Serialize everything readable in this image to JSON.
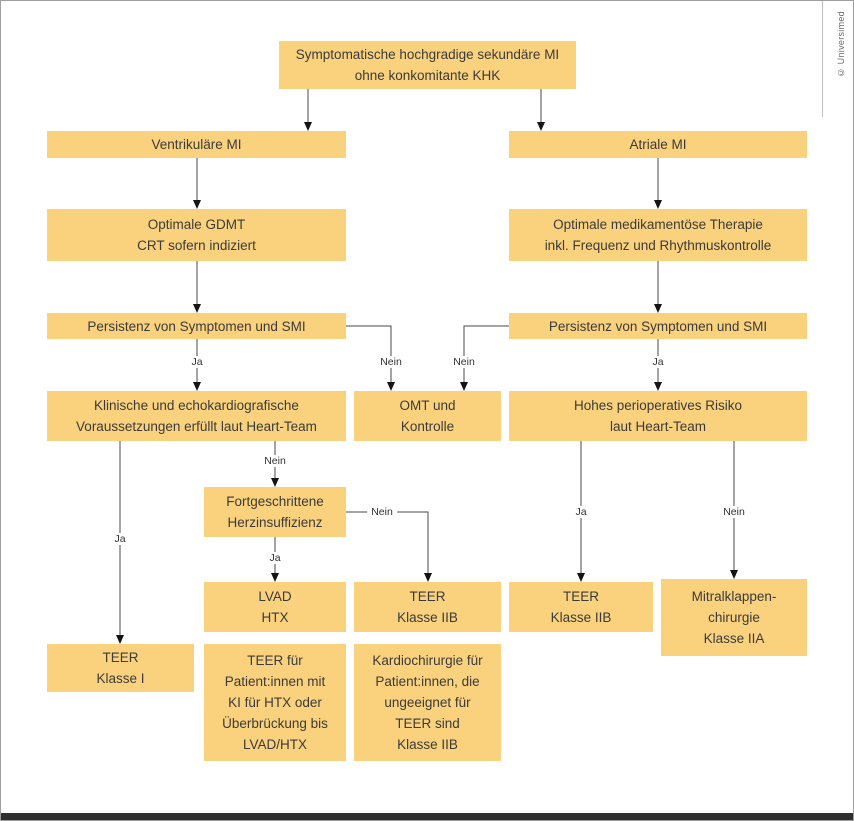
{
  "copyright": "© Universimed",
  "colors": {
    "box_fill": "#FAD17D",
    "text": "#3B3B3B",
    "line": "#4A4A4A",
    "arrow": "#141414",
    "frame": "#9E9E9E",
    "footer_bar": "#2F2F2F"
  },
  "nodes": {
    "root": "Symptomatische hochgradige sekundäre MI\nohne konkomitante KHK",
    "ventricular": "Ventrikuläre MI",
    "atrial": "Atriale MI",
    "gdmt": "Optimale GDMT\nCRT sofern indiziert",
    "omt_therapy": "Optimale medikamentöse Therapie\ninkl. Frequenz und Rhythmuskontrolle",
    "persistence_left": "Persistenz von Symptomen und SMI",
    "persistence_right": "Persistenz von Symptomen und SMI",
    "clinical": "Klinische und echokardiografische\nVoraussetzungen erfüllt laut Heart-Team",
    "omt_control": "OMT und\nKontrolle",
    "risk": "Hohes perioperatives Risiko\nlaut Heart-Team",
    "advanced_hf": "Fortgeschrittene\nHerzinsuffizienz",
    "lvad_htx": "LVAD\nHTX",
    "teer_iib_mid": "TEER\nKlasse IIB",
    "teer_iib_right": "TEER\nKlasse IIB",
    "mitral_surgery": "Mitralklappen-\nchirurgie\nKlasse IIA",
    "teer_i": "TEER\nKlasse I",
    "teer_bridge": "TEER für\nPatient:innen mit\nKI für HTX oder\nÜberbrückung bis\nLVAD/HTX",
    "cardiac_surgery": "Kardiochirurgie für\nPatient:innen, die\nungeeignet für\nTEER sind\nKlasse IIB"
  },
  "edge_labels": {
    "ja": "Ja",
    "nein": "Nein"
  }
}
